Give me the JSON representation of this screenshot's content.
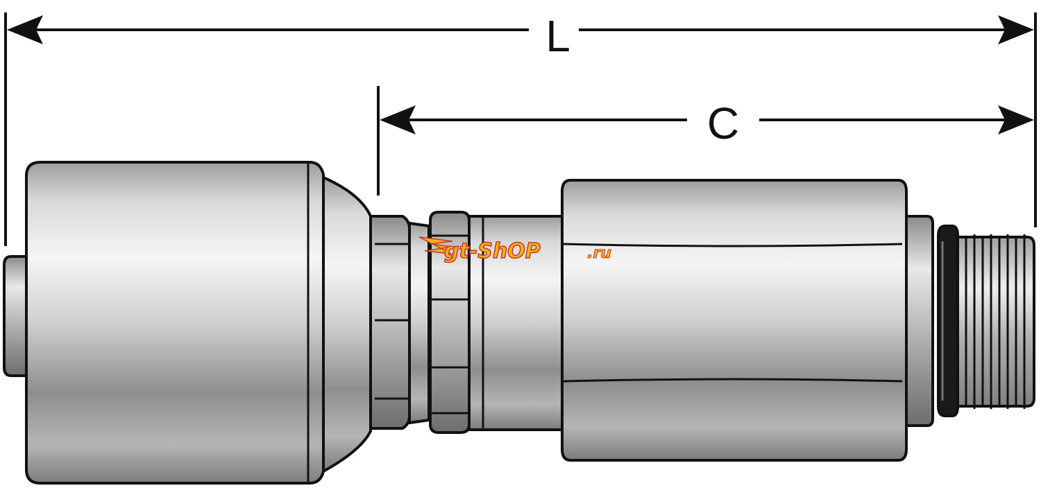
{
  "dimensions": {
    "overall_label": "L",
    "connector_label": "C"
  },
  "watermark": {
    "main": "gt-ShOP",
    "suffix": ".ru",
    "fill_color": "#f7b21a",
    "stroke_color": "#c0392b"
  },
  "colors": {
    "outline": "#111111",
    "metal_light": "#f4f4f4",
    "metal_mid": "#bdbdbd",
    "metal_dark": "#7a7a7a",
    "oring": "#1a1a1a"
  }
}
